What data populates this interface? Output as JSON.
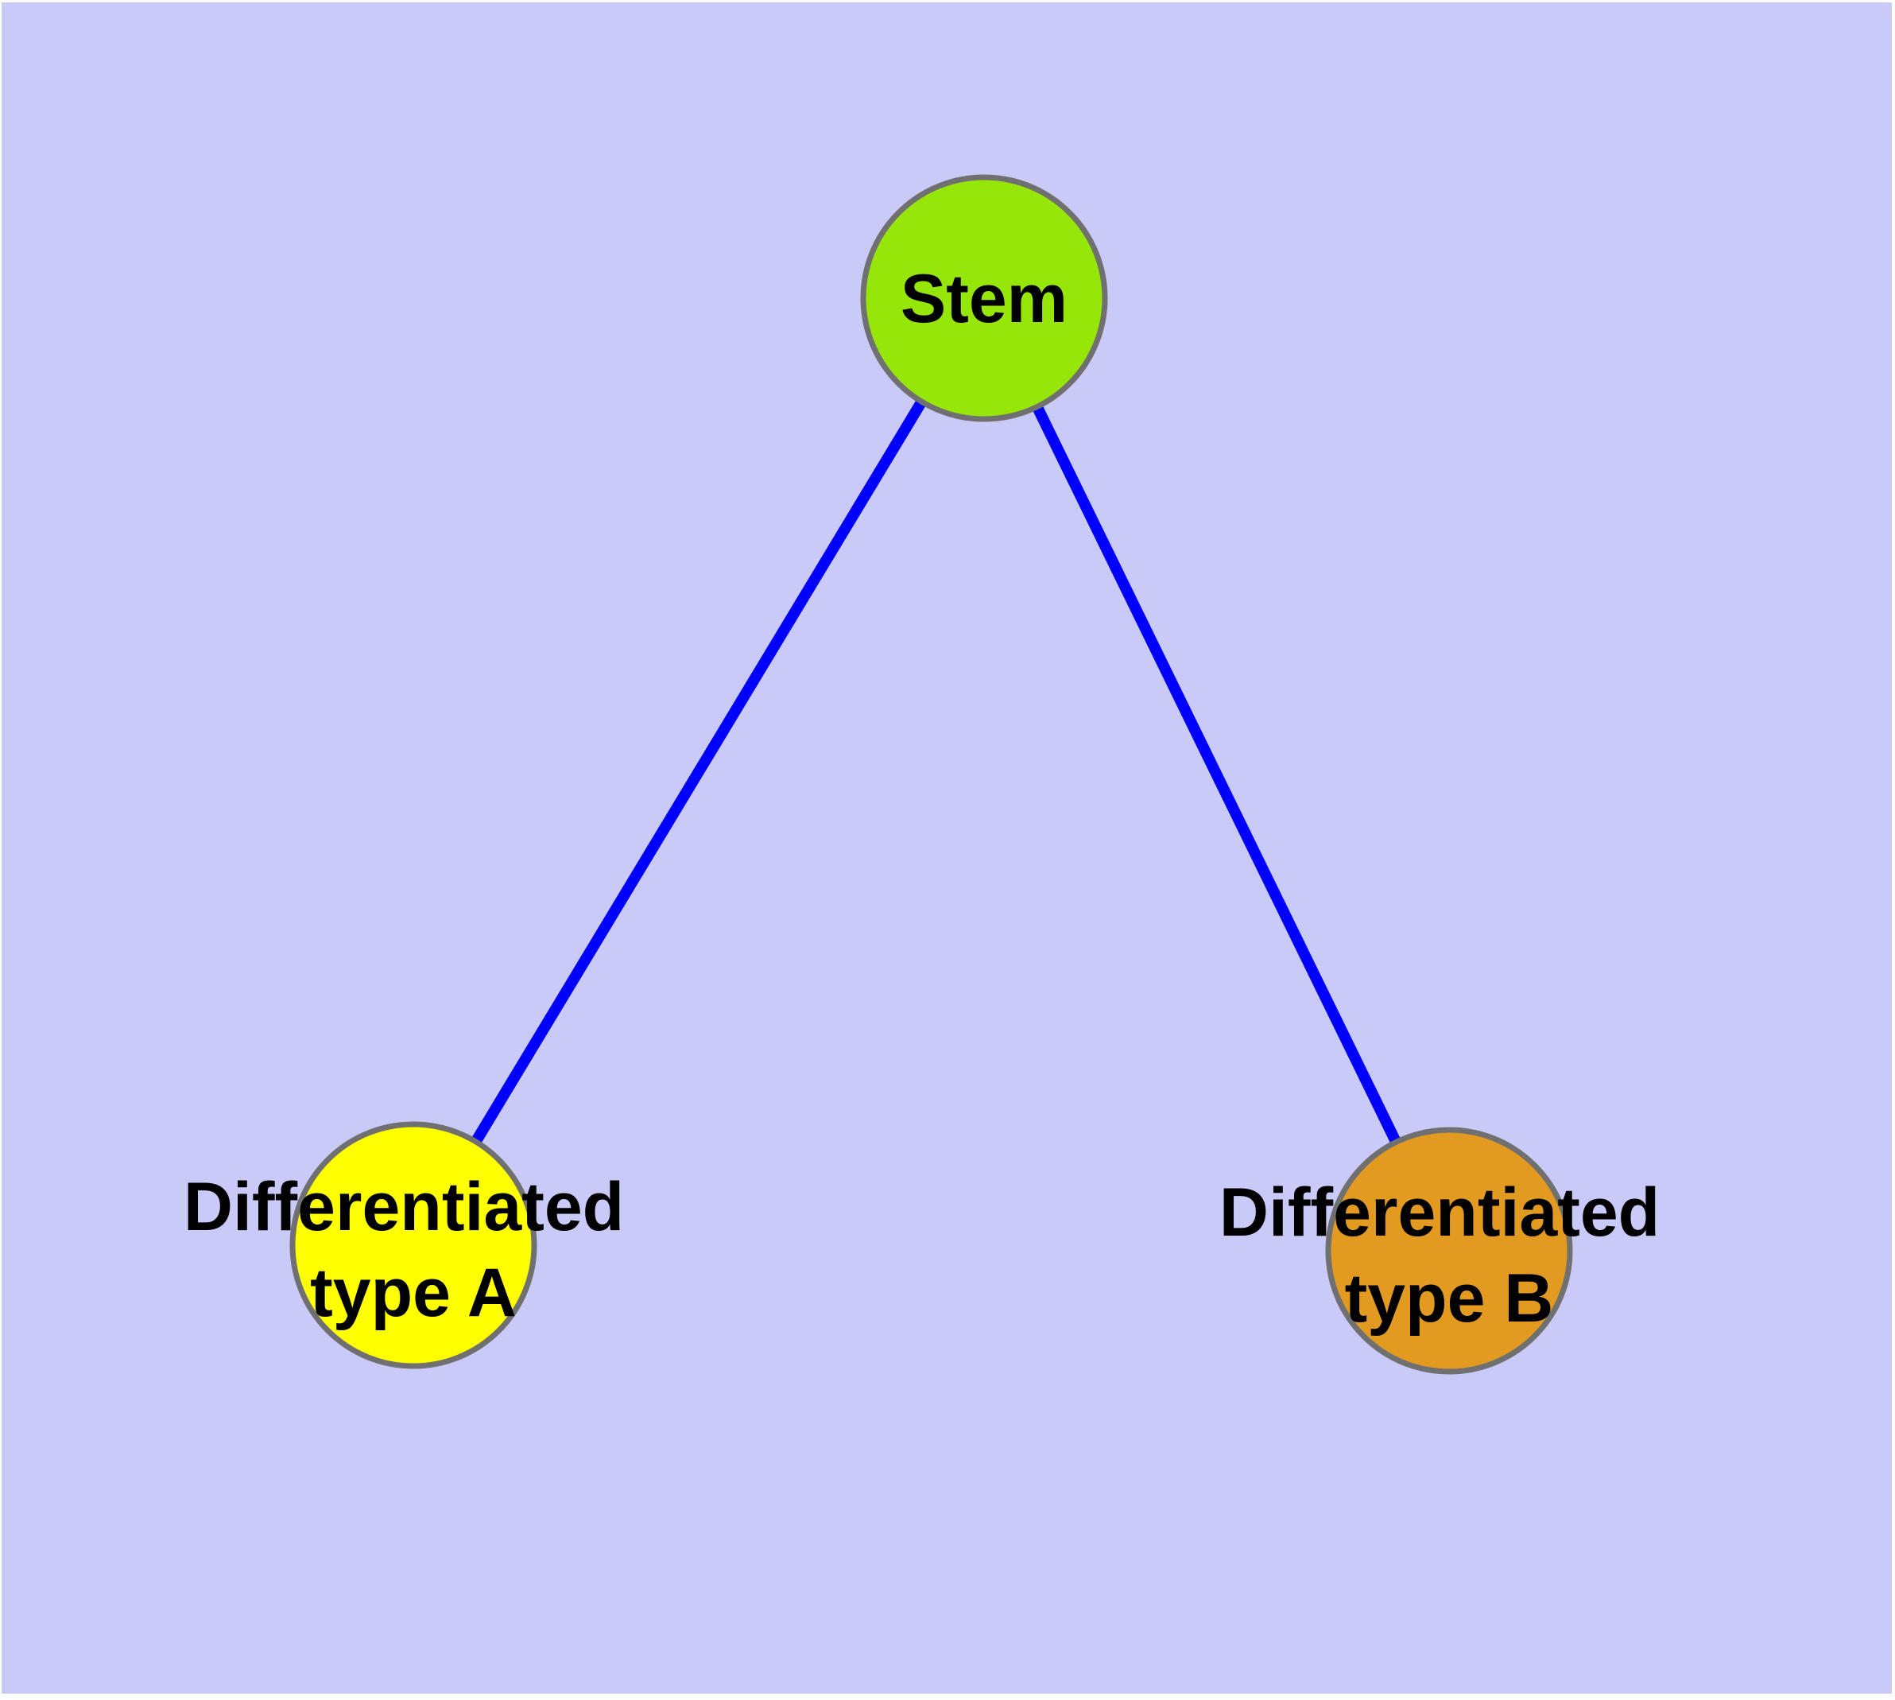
{
  "diagram": {
    "type": "graph",
    "style": {
      "background": "#cacaf8",
      "edge_color": "#0000ff",
      "node_border_color": "#707070",
      "label_color": "#000000"
    },
    "nodes": {
      "stem": {
        "label": "Stem",
        "fill": "#96e60a"
      },
      "type_a": {
        "lines": [
          "Differentiated",
          "type A"
        ],
        "fill": "#ffff00"
      },
      "type_b": {
        "lines": [
          "Differentiated",
          "type B"
        ],
        "fill": "#e29a20"
      }
    },
    "edges": [
      {
        "from": "Stem",
        "to": "Differentiated type A"
      },
      {
        "from": "Stem",
        "to": "Differentiated type B"
      }
    ]
  }
}
